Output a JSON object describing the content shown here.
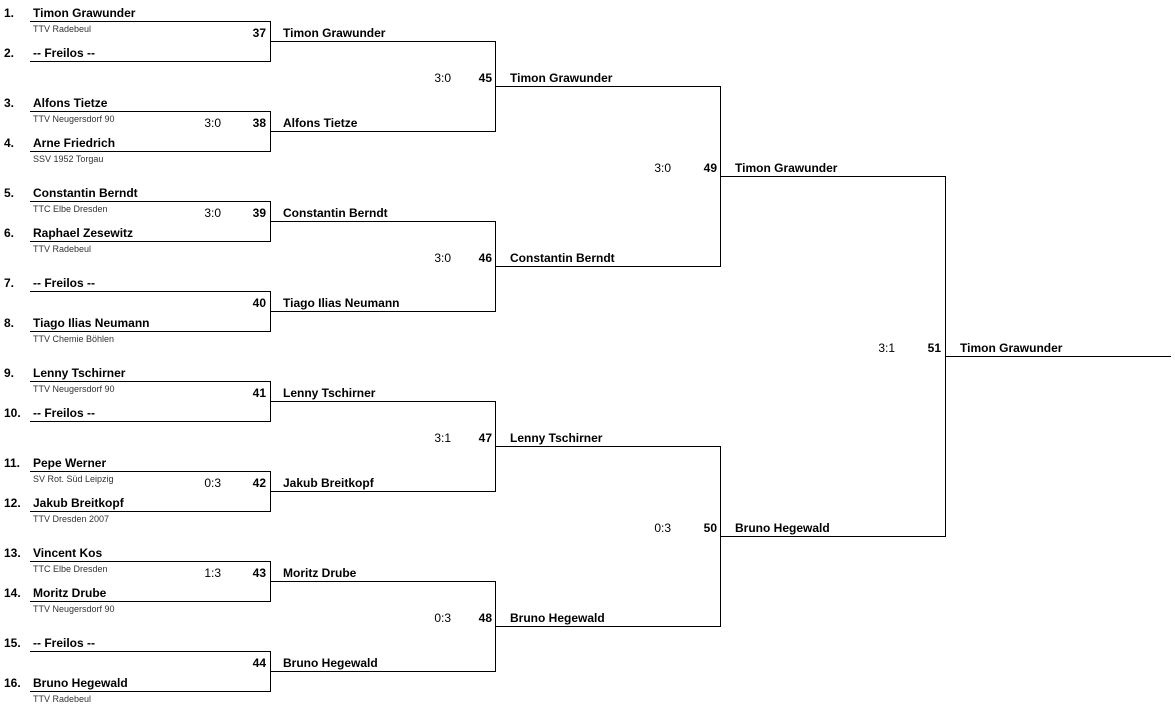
{
  "bracket": {
    "colors": {
      "line": "#000000",
      "text": "#000000",
      "club_text": "#333333",
      "background": "#ffffff"
    },
    "entries": [
      {
        "seed": "1.",
        "name": "Timon Grawunder",
        "club": "TTV Radebeul"
      },
      {
        "seed": "2.",
        "name": "-- Freilos --",
        "club": ""
      },
      {
        "seed": "3.",
        "name": "Alfons Tietze",
        "club": "TTV Neugersdorf 90"
      },
      {
        "seed": "4.",
        "name": "Arne Friedrich",
        "club": "SSV 1952 Torgau"
      },
      {
        "seed": "5.",
        "name": "Constantin Berndt",
        "club": "TTC Elbe Dresden"
      },
      {
        "seed": "6.",
        "name": "Raphael Zesewitz",
        "club": "TTV Radebeul"
      },
      {
        "seed": "7.",
        "name": "-- Freilos --",
        "club": ""
      },
      {
        "seed": "8.",
        "name": "Tiago Ilias Neumann",
        "club": "TTV Chemie Böhlen"
      },
      {
        "seed": "9.",
        "name": "Lenny Tschirner",
        "club": "TTV Neugersdorf 90"
      },
      {
        "seed": "10.",
        "name": "-- Freilos --",
        "club": ""
      },
      {
        "seed": "11.",
        "name": "Pepe Werner",
        "club": "SV Rot. Süd Leipzig"
      },
      {
        "seed": "12.",
        "name": "Jakub Breitkopf",
        "club": "TTV Dresden 2007"
      },
      {
        "seed": "13.",
        "name": "Vincent Kos",
        "club": "TTC Elbe Dresden"
      },
      {
        "seed": "14.",
        "name": "Moritz Drube",
        "club": "TTV Neugersdorf 90"
      },
      {
        "seed": "15.",
        "name": "-- Freilos --",
        "club": ""
      },
      {
        "seed": "16.",
        "name": "Bruno Hegewald",
        "club": "TTV Radebeul"
      }
    ],
    "round1_matches": [
      {
        "no": "37",
        "score": "",
        "winner": "Timon Grawunder"
      },
      {
        "no": "38",
        "score": "3:0",
        "winner": "Alfons Tietze"
      },
      {
        "no": "39",
        "score": "3:0",
        "winner": "Constantin Berndt"
      },
      {
        "no": "40",
        "score": "",
        "winner": "Tiago Ilias Neumann"
      },
      {
        "no": "41",
        "score": "",
        "winner": "Lenny Tschirner"
      },
      {
        "no": "42",
        "score": "0:3",
        "winner": "Jakub Breitkopf"
      },
      {
        "no": "43",
        "score": "1:3",
        "winner": "Moritz Drube"
      },
      {
        "no": "44",
        "score": "",
        "winner": "Bruno Hegewald"
      }
    ],
    "quarterfinal_matches": [
      {
        "no": "45",
        "score": "3:0",
        "winner": "Timon Grawunder"
      },
      {
        "no": "46",
        "score": "3:0",
        "winner": "Constantin Berndt"
      },
      {
        "no": "47",
        "score": "3:1",
        "winner": "Lenny Tschirner"
      },
      {
        "no": "48",
        "score": "0:3",
        "winner": "Bruno Hegewald"
      }
    ],
    "semifinal_matches": [
      {
        "no": "49",
        "score": "3:0",
        "winner": "Timon Grawunder"
      },
      {
        "no": "50",
        "score": "0:3",
        "winner": "Bruno Hegewald"
      }
    ],
    "final_match": {
      "no": "51",
      "score": "3:1",
      "winner": "Timon Grawunder"
    }
  }
}
